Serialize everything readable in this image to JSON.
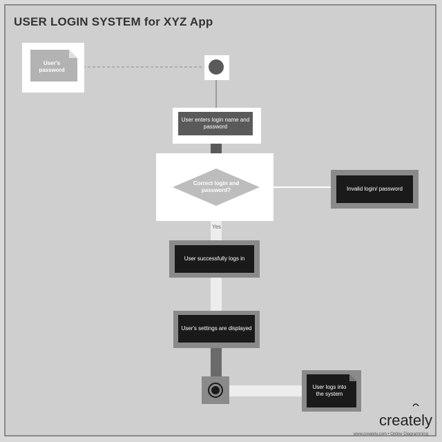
{
  "title": "USER LOGIN SYSTEM for XYZ App",
  "nodes": {
    "note": "User's password",
    "enter": "User enters login name and password",
    "decision": "Correct login and password?",
    "invalid": "Invalid login/ password",
    "success": "User successfully logs in",
    "settings": "User's settings are displayed",
    "end_note": "User logs into the system"
  },
  "edge_labels": {
    "yes": "Yes"
  },
  "brand": "creately",
  "footer": "www.creately.com • Online Diagramming",
  "colors": {
    "background": "#cfcfcf",
    "node_fill": "#1a1a1a",
    "node_border": "#777777",
    "connector": "#9a9a9a",
    "decision_fill": "#c8c8c8",
    "note_fill": "#b3b3b3"
  }
}
